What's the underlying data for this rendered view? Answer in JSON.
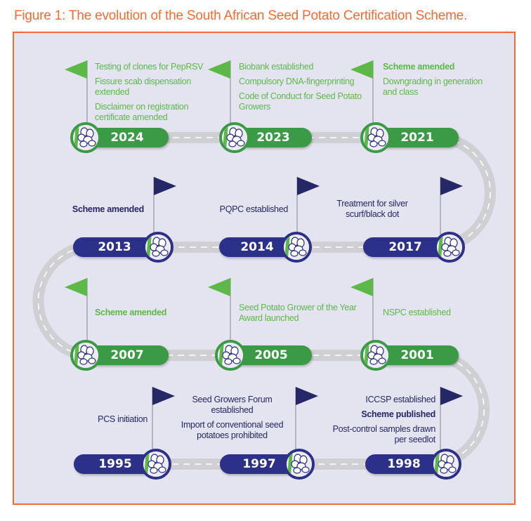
{
  "title": "Figure 1: The evolution of the South African Seed Potato Certification Scheme.",
  "colors": {
    "title": "#f26b32",
    "border": "#f26b32",
    "panel_bg": "#e4e4f0",
    "green_text": "#5cb948",
    "green_pill": "#3a9a45",
    "green_flag": "#5cb948",
    "navy_text": "#252766",
    "navy_pill": "#2c3088",
    "navy_flag": "#252766",
    "road": "#cfcfd4"
  },
  "milestones": [
    {
      "year": "2024",
      "theme": "green",
      "items": [
        {
          "text": "Testing of clones for PepRSV",
          "bold": false
        },
        {
          "text": "Fissure scab dispensation extended",
          "bold": false
        },
        {
          "text": "Disclaimer on registration certificate amended",
          "bold": false
        }
      ]
    },
    {
      "year": "2023",
      "theme": "green",
      "items": [
        {
          "text": "Biobank established",
          "bold": false
        },
        {
          "text": "Compulsory DNA-fingerprinting",
          "bold": false
        },
        {
          "text": "Code of Conduct for Seed Potato Growers",
          "bold": false
        }
      ]
    },
    {
      "year": "2021",
      "theme": "green",
      "items": [
        {
          "text": "Scheme amended",
          "bold": true
        },
        {
          "text": "Downgrading in generation and class",
          "bold": false
        }
      ]
    },
    {
      "year": "2013",
      "theme": "navy",
      "items": [
        {
          "text": "Scheme amended",
          "bold": true
        }
      ]
    },
    {
      "year": "2014",
      "theme": "navy",
      "items": [
        {
          "text": "PQPC established",
          "bold": false
        }
      ]
    },
    {
      "year": "2017",
      "theme": "navy",
      "items": [
        {
          "text": "Treatment for silver scurf/black dot",
          "bold": false
        }
      ]
    },
    {
      "year": "2007",
      "theme": "green",
      "items": [
        {
          "text": "Scheme amended",
          "bold": true
        }
      ]
    },
    {
      "year": "2005",
      "theme": "green",
      "items": [
        {
          "text": "Seed Potato Grower of the Year Award launched",
          "bold": false
        }
      ]
    },
    {
      "year": "2001",
      "theme": "green",
      "items": [
        {
          "text": "NSPC established",
          "bold": false
        }
      ]
    },
    {
      "year": "1995",
      "theme": "navy",
      "items": [
        {
          "text": "PCS initiation",
          "bold": false
        }
      ]
    },
    {
      "year": "1997",
      "theme": "navy",
      "items": [
        {
          "text": "Seed Growers Forum established",
          "bold": false
        },
        {
          "text": "Import of conventional seed potatoes prohibited",
          "bold": false
        }
      ]
    },
    {
      "year": "1998",
      "theme": "navy",
      "items": [
        {
          "text": "ICCSP established",
          "bold": false
        },
        {
          "text": "Scheme published",
          "bold": true
        },
        {
          "text": "Post-control samples drawn per seedlot",
          "bold": false
        }
      ]
    }
  ]
}
